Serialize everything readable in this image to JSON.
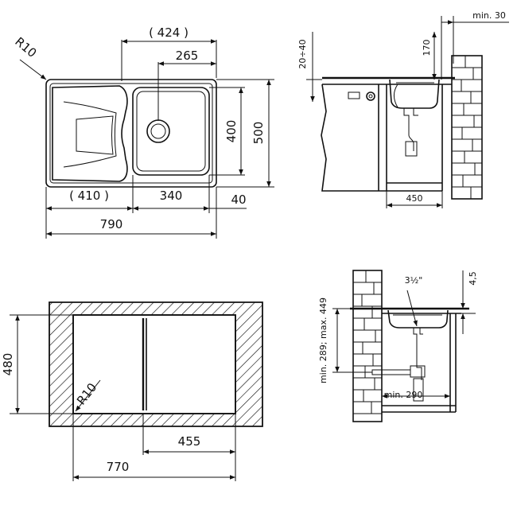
{
  "top_view": {
    "radius": "R10",
    "dim_424": "( 424 )",
    "dim_265": "265",
    "dim_400": "400",
    "dim_500": "500",
    "dim_410": "( 410 )",
    "dim_340": "340",
    "dim_40": "40",
    "dim_790": "790"
  },
  "side_view": {
    "dim_min30": "min. 30",
    "dim_20_40": "20÷40",
    "dim_170": "170",
    "dim_450": "450"
  },
  "cutout_view": {
    "radius": "R10",
    "dim_480": "480",
    "dim_455": "455",
    "dim_770": "770"
  },
  "drain_view": {
    "dim_3_5": "3½\"",
    "dim_4_5": "4,5",
    "dim_range": "min. 289; max. 449",
    "dim_min290": "min. 290"
  }
}
